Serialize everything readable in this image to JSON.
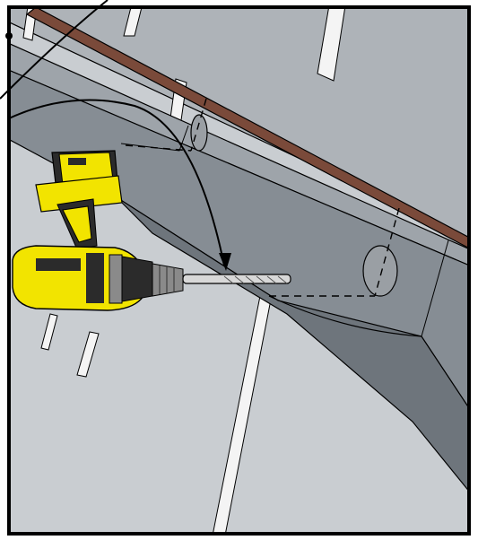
{
  "figure": {
    "kind": "assembly-instruction-illustration",
    "tool": "cordless drill",
    "tool_icon": "drill-icon",
    "bit_icon": "drill-bit-icon",
    "arrows": [
      "drill-path-arrow",
      "callout-leader-line"
    ],
    "holes": 2,
    "colors": {
      "frame": "#000000",
      "wall_light": "#c9cdd1",
      "wall_mid": "#aeb3b8",
      "rail_top": "#9ea4aa",
      "rail_face": "#868d94",
      "rail_shadow": "#6e757c",
      "trim": "#7a4a3a",
      "drill_yellow": "#f2e400",
      "drill_dark": "#2b2b2b",
      "drill_gray": "#8a8a8a",
      "hole": "#9a9fa4",
      "panel_gap": "#f4f4f4"
    }
  }
}
